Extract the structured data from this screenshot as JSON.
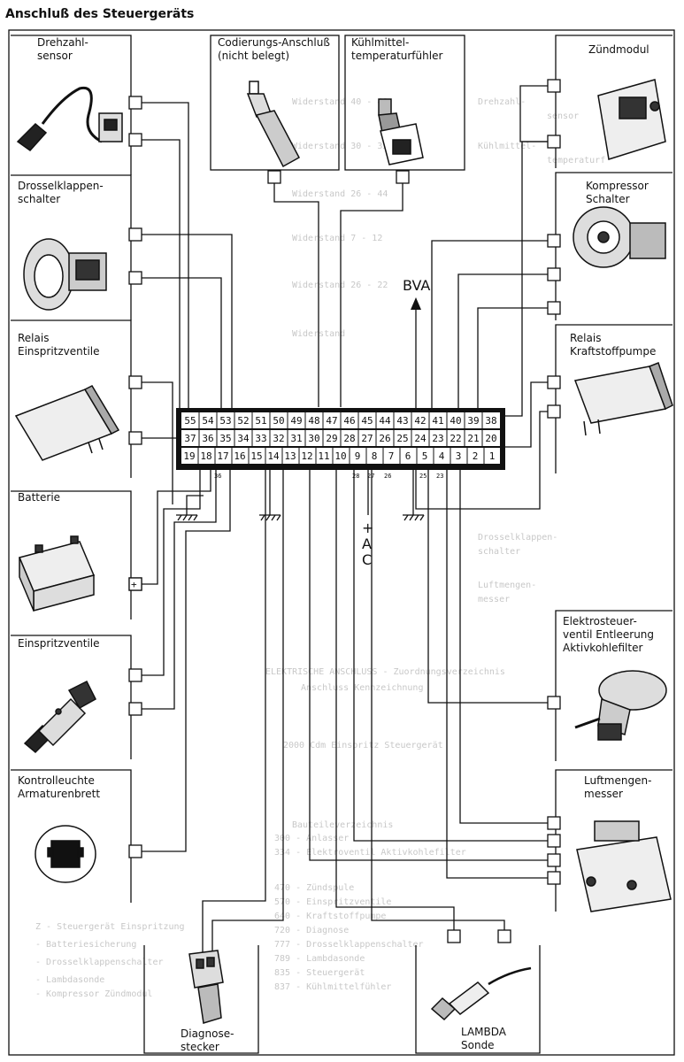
{
  "title": "Anschluß des Steuergeräts",
  "components": {
    "drehzahl": [
      "Drehzahl-",
      "sensor"
    ],
    "codierung": [
      "Codierungs-Anschluß",
      "(nicht belegt)"
    ],
    "kuehlmittel": [
      "Kühlmittel-",
      "temperaturfühler"
    ],
    "zuendmodul": [
      "Zündmodul"
    ],
    "drossel": [
      "Drosselklappen-",
      "schalter"
    ],
    "kompressor": [
      "Kompressor",
      "Schalter"
    ],
    "relais_einspritz": [
      "Relais",
      "Einspritzventile"
    ],
    "relais_kraftstoff": [
      "Relais",
      "Kraftstoffpumpe"
    ],
    "batterie": [
      "Batterie"
    ],
    "einspritzventile": [
      "Einspritzventile"
    ],
    "elektroventil": [
      "Elektrosteuer-",
      "ventil Entleerung",
      "Aktivkohlefilter"
    ],
    "kontrollleuchte": [
      "Kontrolleuchte",
      "Armaturenbrett"
    ],
    "luftmengen": [
      "Luftmengen-",
      "messer"
    ],
    "diagnose": [
      "Diagnose-",
      "stecker"
    ],
    "lambda": [
      "LAMBDA",
      "Sonde"
    ]
  },
  "connector": {
    "row_top": [
      "55",
      "54",
      "53",
      "52",
      "51",
      "50",
      "49",
      "48",
      "47",
      "46",
      "45",
      "44",
      "43",
      "42",
      "41",
      "40",
      "39",
      "38"
    ],
    "row_mid": [
      "37",
      "36",
      "35",
      "34",
      "33",
      "32",
      "31",
      "30",
      "29",
      "28",
      "27",
      "26",
      "25",
      "24",
      "23",
      "22",
      "21",
      "20"
    ],
    "row_bot": [
      "19",
      "18",
      "17",
      "16",
      "15",
      "14",
      "13",
      "12",
      "11",
      "10",
      "9",
      "8",
      "7",
      "6",
      "5",
      "4",
      "3",
      "2",
      "1"
    ]
  },
  "pin_tags": [
    "36",
    "28",
    "27",
    "26",
    "25",
    "23"
  ],
  "signals": {
    "bva": "BVA",
    "plus": "+",
    "a": "A",
    "c": "C",
    "battery_plus": "+"
  }
}
